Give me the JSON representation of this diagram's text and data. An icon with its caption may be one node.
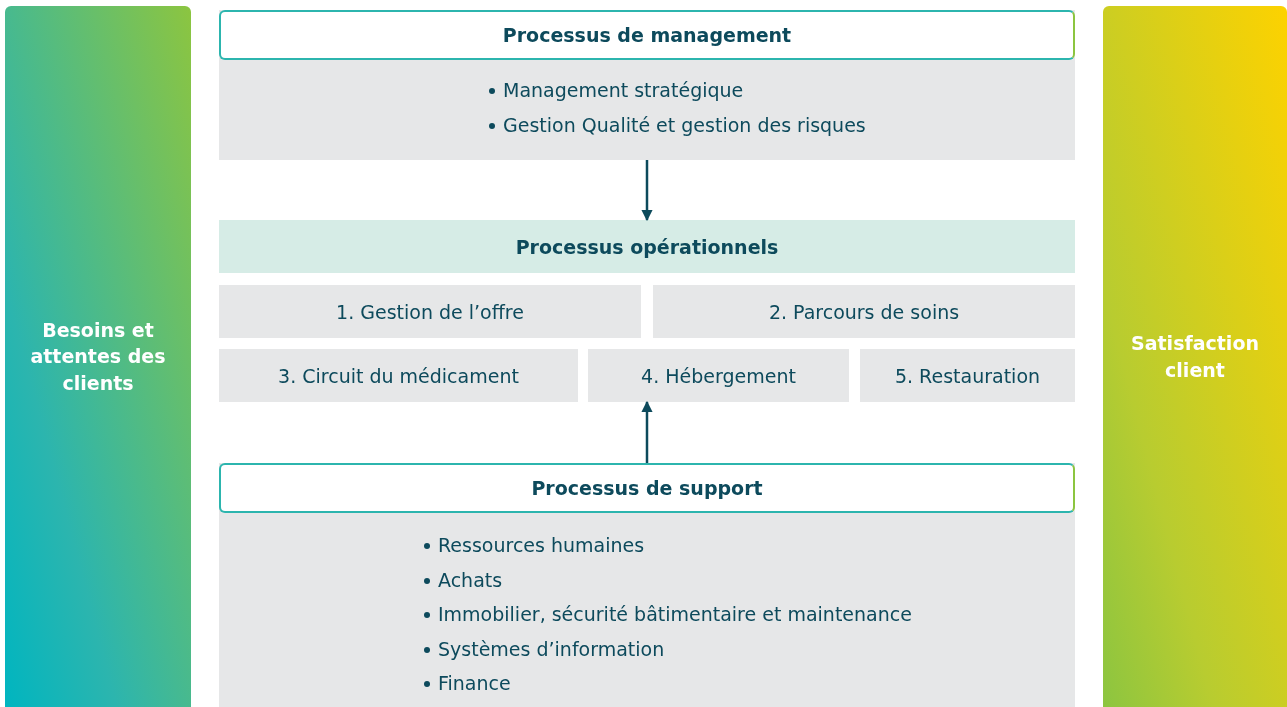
{
  "diagram": {
    "nodes": [
      {
        "text": [
          "Besoins et attentes des clients"
        ]
      },
      {
        "text": [
          "Processus de management",
          "Management stratégique",
          "Gestion Qualité et gestion des risques"
        ]
      },
      {
        "text": [
          "Processus opérationnels"
        ]
      },
      {
        "text": [
          "1. Gestion de l’offre"
        ]
      },
      {
        "text": [
          "2. Parcours de soins"
        ]
      },
      {
        "text": [
          "3. Circuit du médicament"
        ]
      },
      {
        "text": [
          "4. Hébergement"
        ]
      },
      {
        "text": [
          "5. Restauration"
        ]
      },
      {
        "text": [
          "Processus de support",
          "Ressources humaines",
          "Achats",
          "Immobilier, sécurité bâtimentaire et maintenance",
          "Systèmes d’information",
          "Finance"
        ]
      },
      {
        "text": [
          "Satisfaction client"
        ]
      }
    ],
    "edges": [
      {
        "from": 1,
        "to": 2,
        "arrow": "to"
      },
      {
        "from": 8,
        "to": 6,
        "arrow": "to"
      }
    ]
  }
}
